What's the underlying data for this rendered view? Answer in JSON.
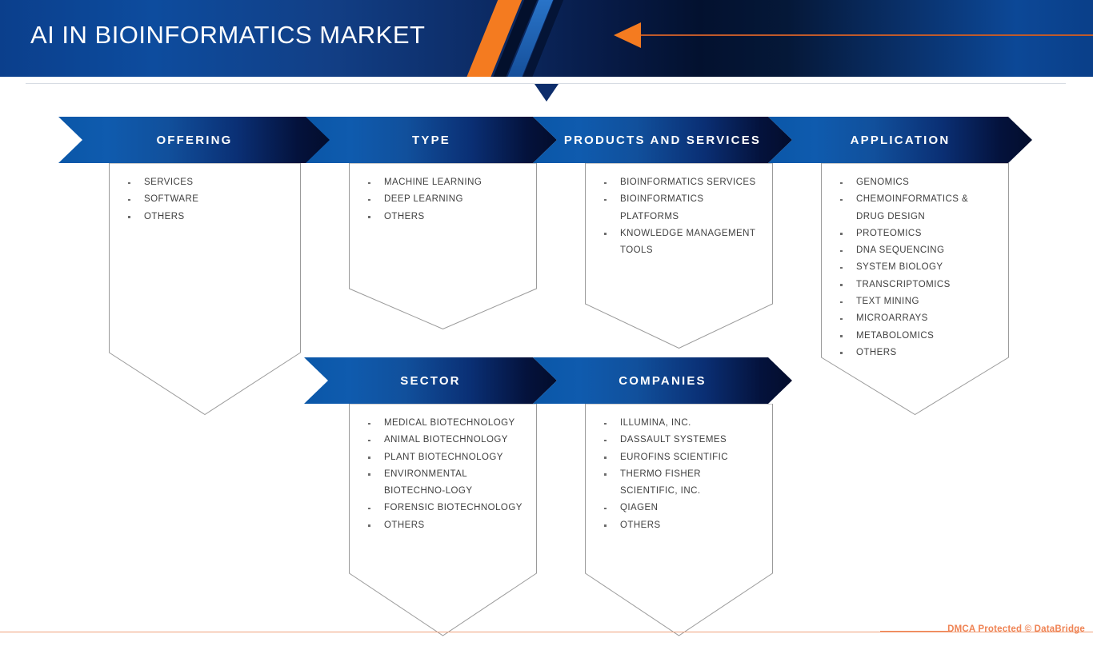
{
  "header": {
    "title": "AI IN BIOINFORMATICS MARKET",
    "accent_orange": "#f47b20",
    "accent_navy": "#03112f",
    "accent_blue": "#0a57a8"
  },
  "segments": [
    {
      "id": "offering",
      "label": "OFFERING",
      "items": [
        "SERVICES",
        "SOFTWARE",
        "OTHERS"
      ]
    },
    {
      "id": "type",
      "label": "TYPE",
      "items": [
        "MACHINE LEARNING",
        " DEEP LEARNING",
        "OTHERS"
      ]
    },
    {
      "id": "products-and-services",
      "label": "PRODUCTS AND SERVICES",
      "items": [
        "BIOINFORMATICS SERVICES",
        "BIOINFORMATICS PLATFORMS",
        "KNOWLEDGE MANAGEMENT TOOLS"
      ]
    },
    {
      "id": "application",
      "label": "APPLICATION",
      "items": [
        "GENOMICS",
        "CHEMOINFORMATICS & DRUG DESIGN",
        "PROTEOMICS",
        "DNA SEQUENCING",
        "SYSTEM BIOLOGY",
        "TRANSCRIPTOMICS",
        "TEXT MINING",
        "MICROARRAYS",
        "METABOLOMICS",
        " OTHERS"
      ]
    },
    {
      "id": "sector",
      "label": "SECTOR",
      "items": [
        "MEDICAL BIOTECHNOLOGY",
        "ANIMAL BIOTECHNOLOGY",
        "PLANT BIOTECHNOLOGY",
        "ENVIRONMENTAL BIOTECHNO-LOGY",
        "FORENSIC BIOTECHNOLOGY",
        "OTHERS"
      ]
    },
    {
      "id": "companies",
      "label": "COMPANIES",
      "items": [
        "ILLUMINA, INC.",
        "DASSAULT SYSTEMES",
        "EUROFINS SCIENTIFIC",
        "THERMO FISHER SCIENTIFIC, INC.",
        "QIAGEN",
        "OTHERS"
      ]
    }
  ],
  "footer": {
    "text": "DMCA Protected © DataBridge",
    "color": "#ef8354"
  }
}
